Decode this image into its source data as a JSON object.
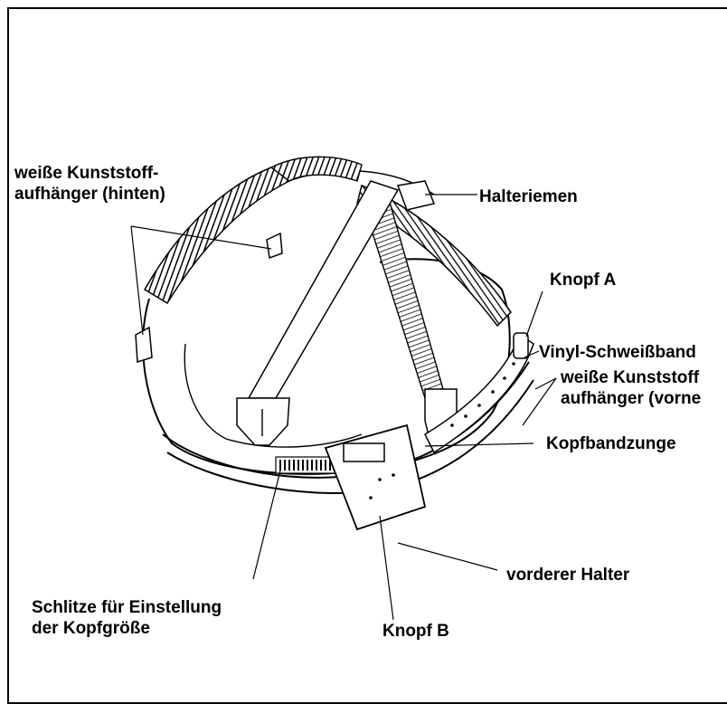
{
  "labels": {
    "aufhaenger_hinten": [
      "weiße Kunststoff-",
      "aufhänger (hinten)"
    ],
    "halteriemen": "Halteriemen",
    "knopf_a": "Knopf A",
    "vinyl_schweissband": "Vinyl-Schweißband",
    "aufhaenger_vorne": [
      "weiße Kunststoff",
      "aufhänger (vorne"
    ],
    "kopfbandzunge": "Kopfbandzunge",
    "vorderer_halter": "vorderer Halter",
    "schlitze": [
      "Schlitze für Einstellung",
      "der Kopfgröße"
    ],
    "knopf_b": "Knopf B"
  },
  "colors": {
    "ink": "#000000",
    "paper": "#ffffff"
  }
}
